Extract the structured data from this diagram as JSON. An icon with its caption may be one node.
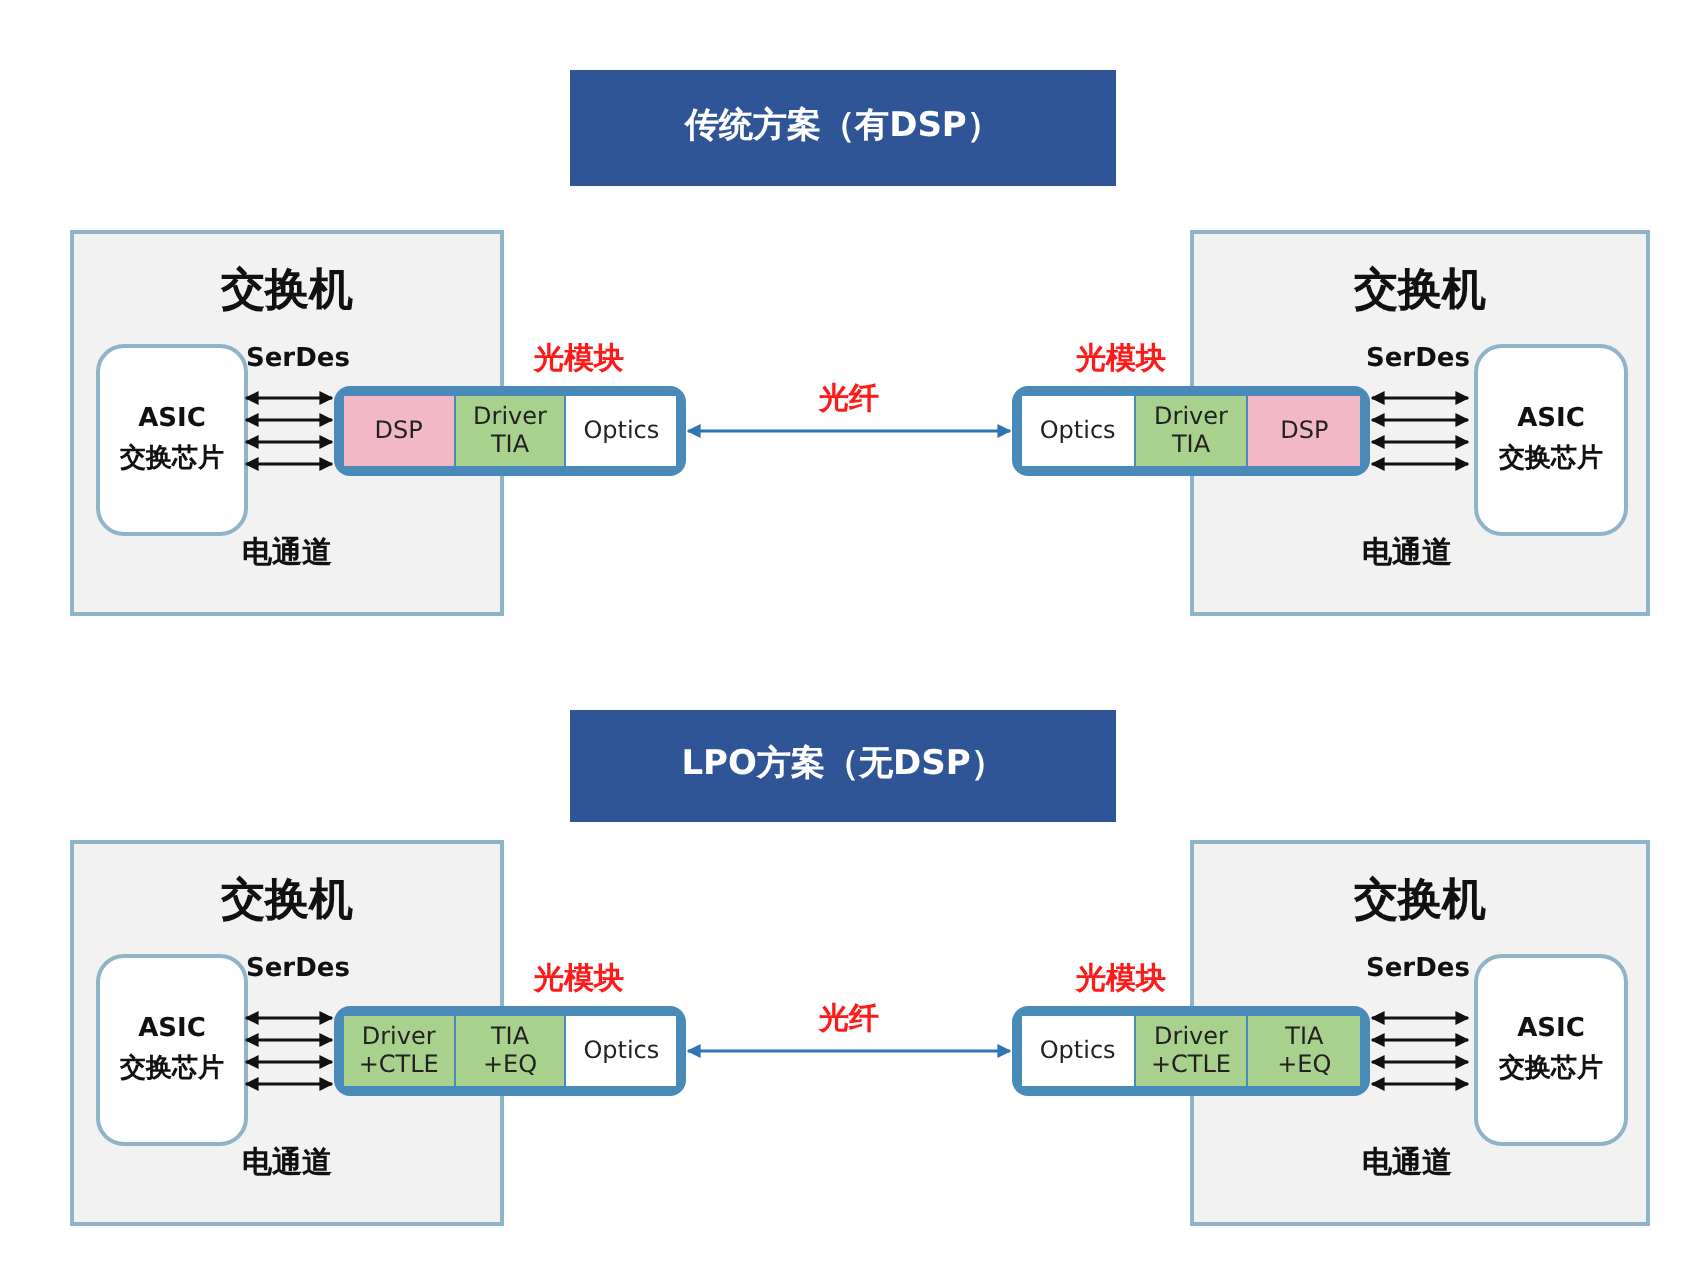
{
  "diagram": {
    "nodes": [
      {
        "text": [
          "传统方案（有DSP）"
        ]
      },
      {
        "text": [
          "交换机",
          "SerDes",
          "电通道"
        ]
      },
      {
        "text": [
          "ASIC",
          "交换芯片"
        ],
        "in": 1
      },
      {
        "text": [
          "光模块"
        ]
      },
      {
        "text": [
          "DSP"
        ]
      },
      {
        "text": [
          "Driver TIA"
        ],
        "in": 3
      },
      {
        "text": [
          "Optics"
        ],
        "in": 3
      },
      {
        "text": [
          "光模块"
        ]
      },
      {
        "text": [
          "Optics"
        ],
        "in": 7
      },
      {
        "text": [
          "Driver TIA"
        ],
        "in": 7
      },
      {
        "text": [
          "DSP"
        ]
      },
      {
        "text": [
          "交换机",
          "SerDes",
          "电通道"
        ]
      },
      {
        "text": [
          "ASIC",
          "交换芯片"
        ],
        "in": 11
      },
      {
        "text": [
          "LPO方案（无DSP）"
        ]
      },
      {
        "text": [
          "交换机",
          "SerDes",
          "电通道"
        ]
      },
      {
        "text": [
          "ASIC",
          "交换芯片"
        ],
        "in": 14
      },
      {
        "text": [
          "光模块"
        ]
      },
      {
        "text": [
          "Driver +CTLE"
        ]
      },
      {
        "text": [
          "TIA +EQ"
        ],
        "in": 16
      },
      {
        "text": [
          "Optics"
        ],
        "in": 16
      },
      {
        "text": [
          "光模块"
        ]
      },
      {
        "text": [
          "Optics"
        ],
        "in": 20
      },
      {
        "text": [
          "Driver +CTLE"
        ],
        "in": 20
      },
      {
        "text": [
          "TIA +EQ"
        ]
      },
      {
        "text": [
          "交换机",
          "SerDes",
          "电通道"
        ]
      },
      {
        "text": [
          "ASIC",
          "交换芯片"
        ],
        "in": 24
      }
    ],
    "edges": [
      {
        "from": 2,
        "to": 3,
        "arrow": "both"
      },
      {
        "from": 2,
        "to": 3,
        "arrow": "both"
      },
      {
        "from": 2,
        "to": 3,
        "arrow": "both"
      },
      {
        "from": 2,
        "to": 3,
        "arrow": "both"
      },
      {
        "from": 3,
        "to": 7,
        "arrow": "both",
        "label": "光纤",
        "color": "#2e75b6"
      },
      {
        "from": 7,
        "to": 12,
        "arrow": "both"
      },
      {
        "from": 7,
        "to": 12,
        "arrow": "both"
      },
      {
        "from": 7,
        "to": 12,
        "arrow": "both"
      },
      {
        "from": 7,
        "to": 12,
        "arrow": "both"
      },
      {
        "from": 15,
        "to": 16,
        "arrow": "both"
      },
      {
        "from": 15,
        "to": 16,
        "arrow": "both"
      },
      {
        "from": 15,
        "to": 16,
        "arrow": "both"
      },
      {
        "from": 15,
        "to": 16,
        "arrow": "both"
      },
      {
        "from": 16,
        "to": 20,
        "arrow": "both",
        "label": "光纤",
        "color": "#2e75b6"
      },
      {
        "from": 20,
        "to": 25,
        "arrow": "both"
      },
      {
        "from": 20,
        "to": 25,
        "arrow": "both"
      },
      {
        "from": 20,
        "to": 25,
        "arrow": "both"
      },
      {
        "from": 20,
        "to": 25,
        "arrow": "both"
      }
    ]
  }
}
